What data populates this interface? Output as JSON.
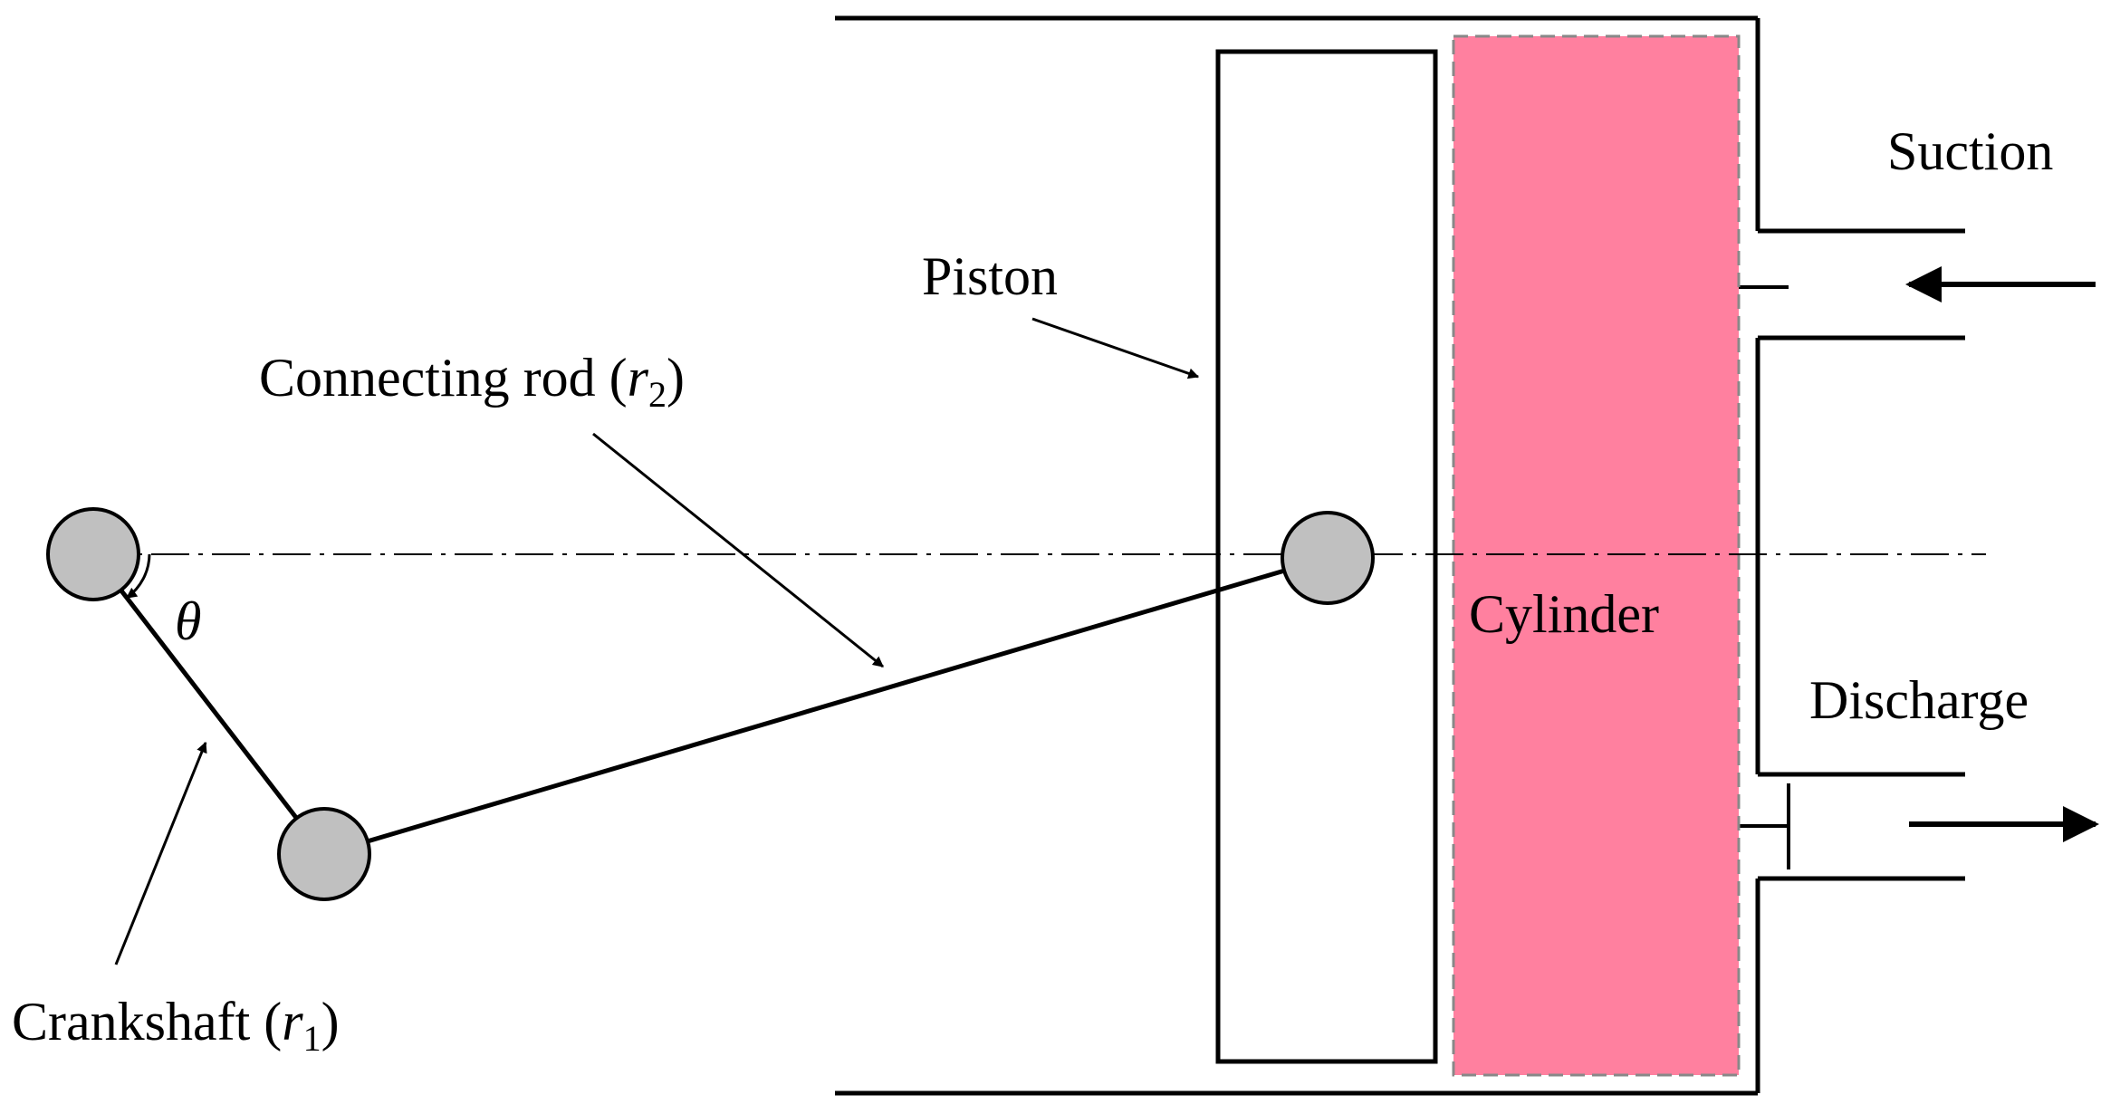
{
  "labels": {
    "suction": "Suction",
    "discharge": "Discharge",
    "piston": "Piston",
    "cylinder": "Cylinder",
    "connecting_rod": "Connecting rod (",
    "connecting_rod_var": "r",
    "connecting_rod_sub": "2",
    "connecting_rod_close": ")",
    "crankshaft": "Crankshaft (",
    "crankshaft_var": "r",
    "crankshaft_sub": "1",
    "crankshaft_close": ")",
    "angle": "θ"
  },
  "colors": {
    "cylinder_fill": "#FF809F",
    "joint_fill": "#C0C0C0",
    "line": "#000000"
  }
}
